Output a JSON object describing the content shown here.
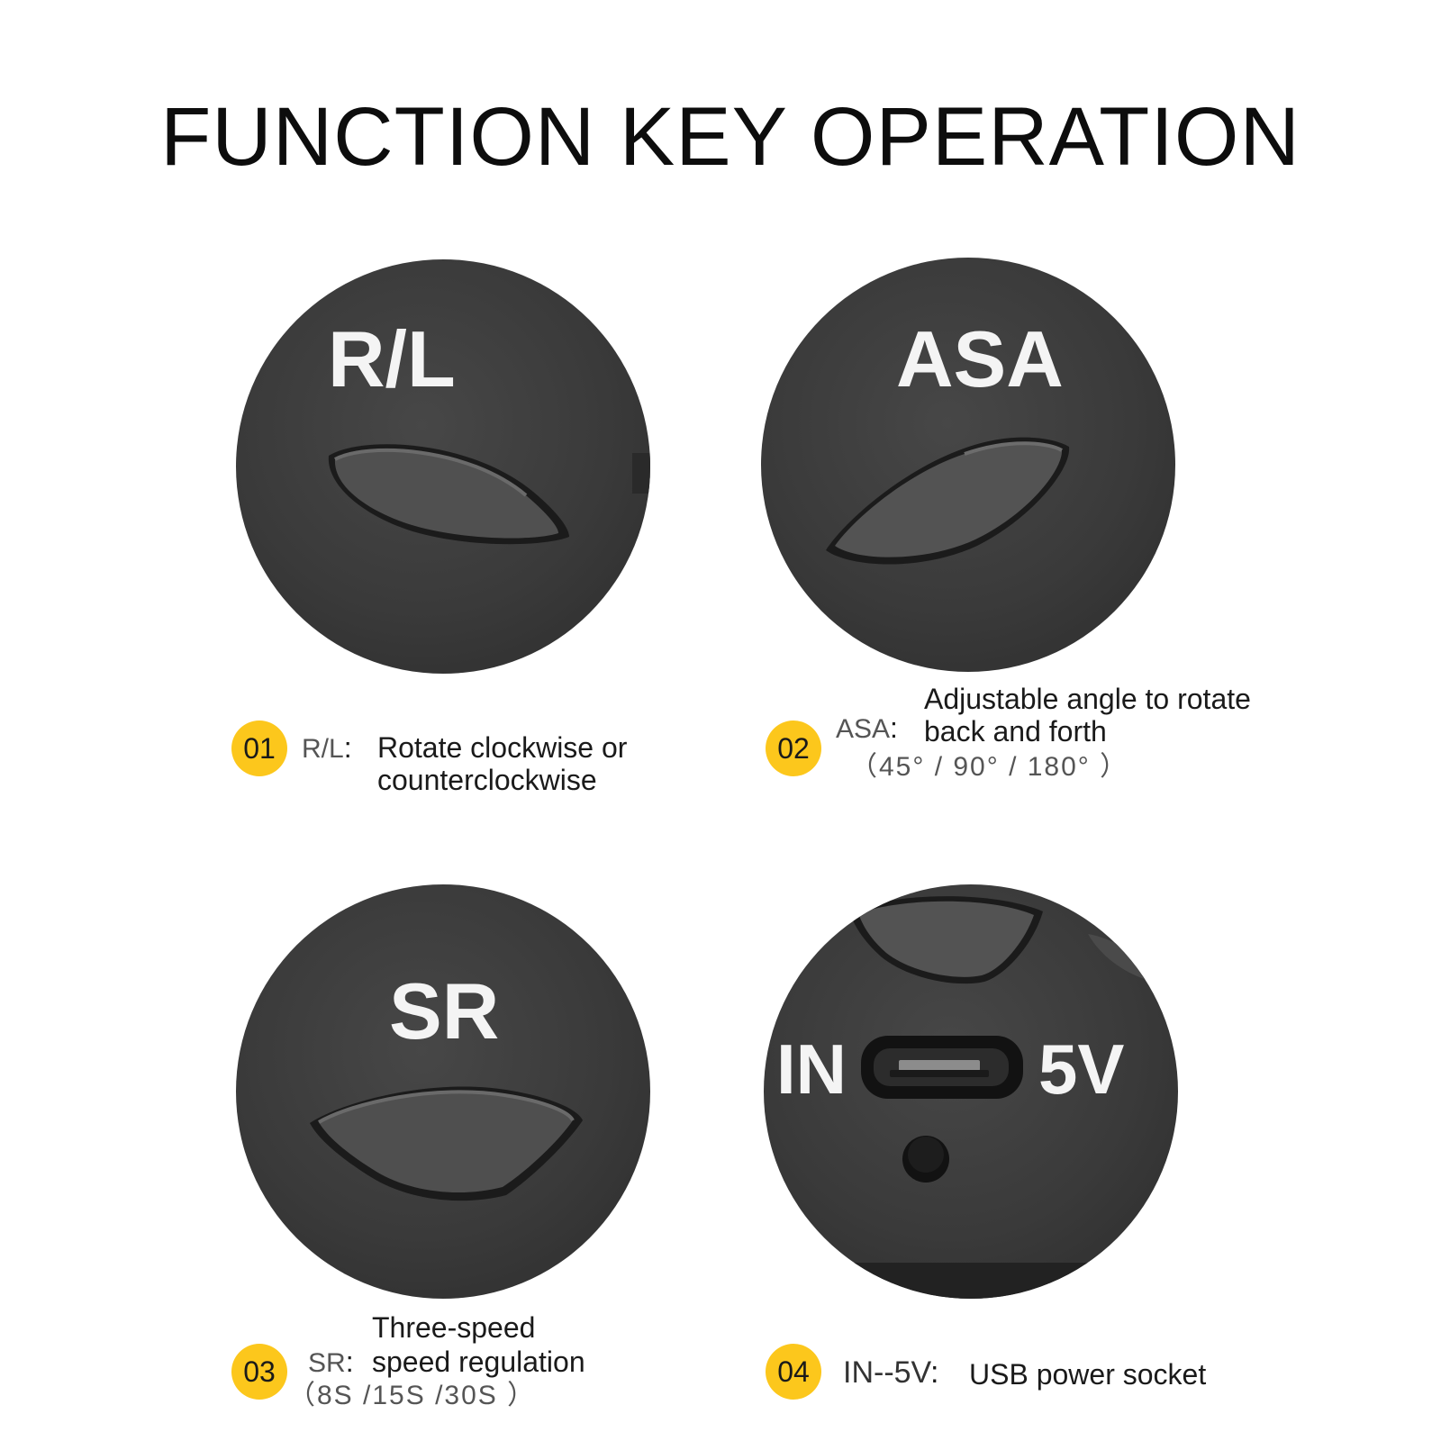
{
  "title": "FUNCTION KEY OPERATION",
  "colors": {
    "badge": "#fcc71c",
    "tile": "#3c3c3c",
    "key_label": "#f4f4f4"
  },
  "items": [
    {
      "badge": "01",
      "tile_label": "R/L",
      "key": "R/L",
      "sep": ":",
      "desc_lines": [
        "Rotate clockwise or",
        "counterclockwise"
      ]
    },
    {
      "badge": "02",
      "tile_label": "ASA",
      "key": "ASA",
      "sep": ":",
      "desc_lines": [
        "Adjustable angle to rotate",
        "back and forth"
      ],
      "sub": "（45° / 90° / 180° ）"
    },
    {
      "badge": "03",
      "tile_label": "SR",
      "key": "SR",
      "sep": ":",
      "pre": "Three-speed",
      "desc_lines": [
        "speed regulation"
      ],
      "sub": "（8S /15S /30S ）"
    },
    {
      "badge": "04",
      "tile_label_left": "IN",
      "tile_label_right": "5V",
      "key": "IN--5V",
      "sep": ":",
      "desc_lines": [
        "USB power socket"
      ]
    }
  ]
}
